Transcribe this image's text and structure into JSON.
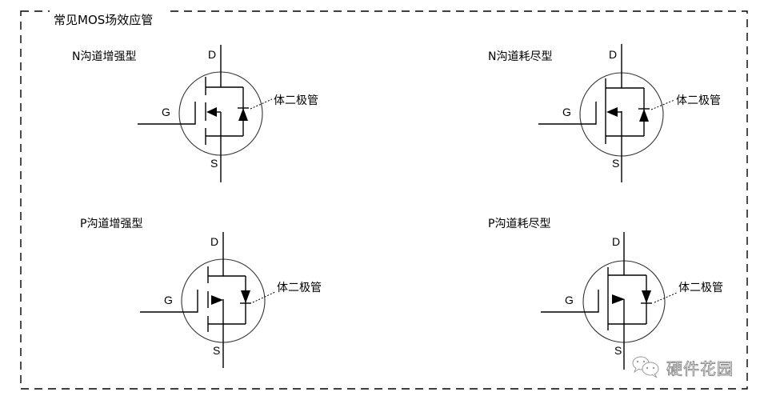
{
  "frame": {
    "title": "常见MOS场效应管",
    "border_style": "dashed"
  },
  "symbols": [
    {
      "id": "n-enhancement",
      "title": "N沟道增强型",
      "channel": "N",
      "mode": "enhancement",
      "pins": {
        "drain": "D",
        "gate": "G",
        "source": "S"
      },
      "diode_label": "体二极管",
      "arrow_direction": "inward",
      "channel_line": "broken"
    },
    {
      "id": "n-depletion",
      "title": "N沟道耗尽型",
      "channel": "N",
      "mode": "depletion",
      "pins": {
        "drain": "D",
        "gate": "G",
        "source": "S"
      },
      "diode_label": "体二极管",
      "arrow_direction": "inward",
      "channel_line": "solid"
    },
    {
      "id": "p-enhancement",
      "title": "P沟道增强型",
      "channel": "P",
      "mode": "enhancement",
      "pins": {
        "drain": "D",
        "gate": "G",
        "source": "S"
      },
      "diode_label": "体二极管",
      "arrow_direction": "outward",
      "channel_line": "broken"
    },
    {
      "id": "p-depletion",
      "title": "P沟道耗尽型",
      "channel": "P",
      "mode": "depletion",
      "pins": {
        "drain": "D",
        "gate": "G",
        "source": "S"
      },
      "diode_label": "体二极管",
      "arrow_direction": "outward",
      "channel_line": "solid"
    }
  ],
  "watermark": {
    "icon": "wechat-icon",
    "text": "硬件花园",
    "color": "#8a8a8a"
  },
  "colors": {
    "line": "#000000",
    "background": "#ffffff"
  }
}
